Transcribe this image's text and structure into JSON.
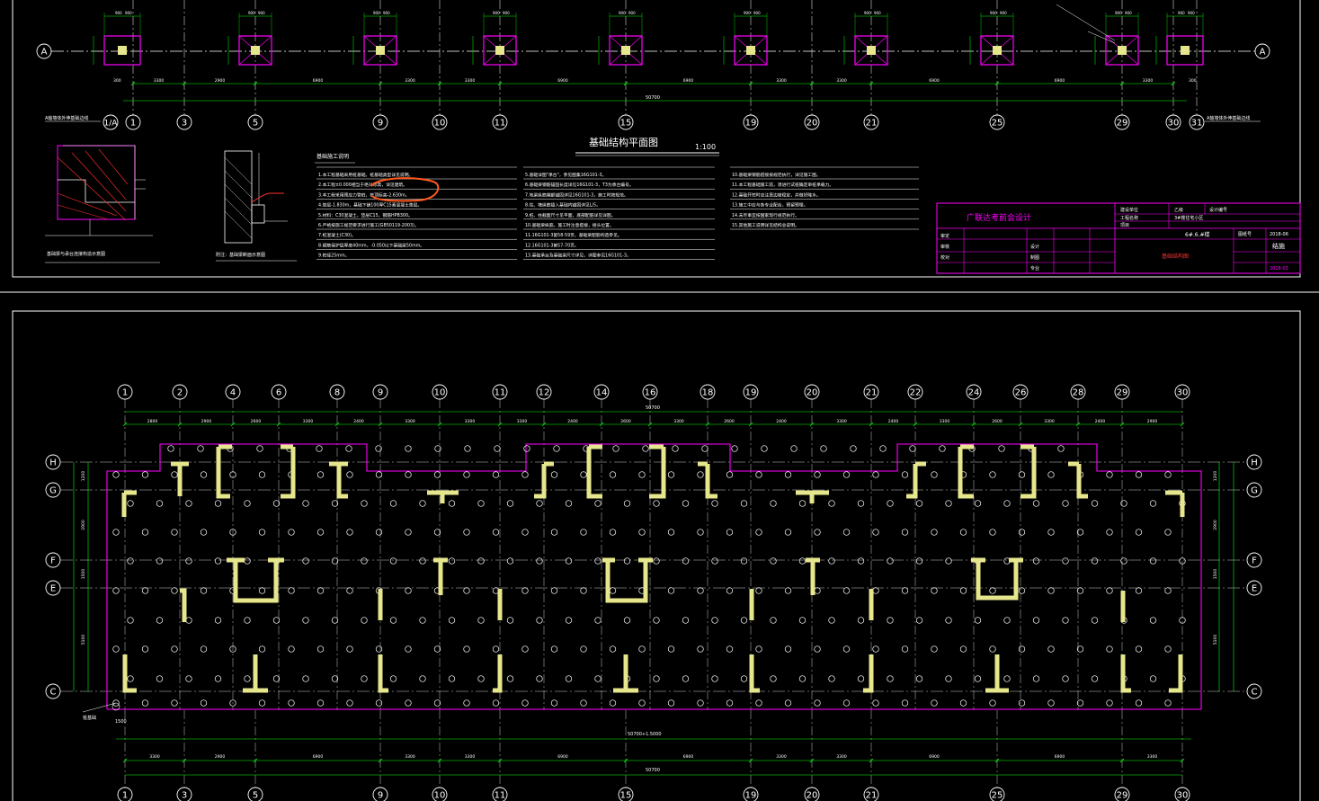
{
  "top_sheet": {
    "title": "基础结构平面图",
    "scale": "1:100",
    "notes_title": "基础施工说明",
    "notes_col1": [
      "1.本工程基础采用桩基础，桩基础类型详见说明。",
      "2.本工程±0.000相当于绝对标高，详见建筑。",
      "3.本工程采用预应力管桩，桩顶标高-2.630m。",
      "4.垫层-1.830m，基础下铺100厚C15素混凝土垫层。",
      "5.材料：C30混凝土，垫层C15，钢筋HPB300。",
      "6.严格按施工规范要求进行施工(GB50119-2003)。",
      "7.桩混凝土(C30)。",
      "8.钢筋保护层厚度40mm，-0.050以下基础梁50mm。",
      "9.桩径25mm。"
    ],
    "notes_col2": [
      "5.基础详图\"承台\"，参见图集16G101-3。",
      "6.基础梁钢筋锚固长度详见16G101-3，T3为承台编号。",
      "7.地梁纵筋端部锚固详见16G101-3，施工时按规范。",
      "8.柱、墙纵筋插入基础内锚固详见L/5。",
      "9.桩、柱截面尺寸见平面，底部配筋详见详图。",
      "10.基础梁纵筋，施工时注意搭接，接头位置。",
      "11.16G101-3第58-59页，基础梁配筋构造参见。",
      "12.16G101-3第57-70页。",
      "13.基础承台及基础梁尺寸详见，详图参见16G101-3。"
    ],
    "notes_col3": [
      "10.基础梁钢筋搭接按规范执行，详见施工图。",
      "11.本工程基础施工前，须进行试桩确定单桩承载力。",
      "12.基础开挖时应注意边坡稳定，并做好降水。",
      "13.施工中应与各专业配合，预留预埋。",
      "14.未尽事宜按国家现行规范执行。",
      "15.其他施工说明详见结构总说明。"
    ],
    "detail1_caption": "基础梁与承台连接构造示意图",
    "detail2_caption": "附注：基础梁断面示意图",
    "left_note": "A轴墙体外伸基础边线",
    "right_note": "A轴墙体外伸基础边线",
    "axis_A": "A",
    "axes": [
      "1",
      "3",
      "5",
      "9",
      "10",
      "11",
      "15",
      "19",
      "20",
      "21",
      "25",
      "29",
      "30",
      "31"
    ],
    "dims": [
      "3300",
      "2900",
      "6900",
      "3300",
      "3300",
      "6900",
      "6900",
      "3300",
      "3300",
      "6900",
      "6900",
      "3300"
    ],
    "total_dim": "50700",
    "edge_dim": "300"
  },
  "title_block": {
    "company": "广联达考前会设计",
    "row1_label": "建设单位",
    "row1_value": "乙级",
    "row1_label2": "设计编号",
    "row2_label": "工程名称",
    "row2_value": "3#楼住宅小区",
    "row3_label": "项目",
    "row3_value": "6#.6.#楼",
    "drawing_name": "基础结构图",
    "sheet_no_label": "图纸号",
    "sheet_no": "2018-06",
    "discipline": "结施",
    "date": "2018.03",
    "roles": [
      "审定",
      "审核",
      "校对"
    ],
    "roles2": [
      "设计",
      "制图",
      "专业"
    ]
  },
  "bottom_plan": {
    "top_axes": [
      "1",
      "2",
      "4",
      "6",
      "8",
      "9",
      "10",
      "11",
      "12",
      "14",
      "16",
      "18",
      "19",
      "20",
      "21",
      "22",
      "24",
      "26",
      "28",
      "29",
      "30"
    ],
    "bottom_axes": [
      "1",
      "3",
      "5",
      "9",
      "10",
      "11",
      "15",
      "19",
      "20",
      "21",
      "25",
      "29",
      "30"
    ],
    "row_axes": [
      "H",
      "G",
      "F",
      "E",
      "C"
    ],
    "top_dims": [
      "2800",
      "2900",
      "2600",
      "3300",
      "2400",
      "3300",
      "3300",
      "3300",
      "2400",
      "2600",
      "3300",
      "2600",
      "2400",
      "3300",
      "2400",
      "3300",
      "2600",
      "3300",
      "2400",
      "2900"
    ],
    "top_total": "50700",
    "bottom_dims": [
      "3300",
      "2900",
      "6900",
      "3300",
      "3300",
      "6900",
      "6900",
      "3300",
      "3300",
      "6900",
      "6900",
      "3300"
    ],
    "bottom_total": "50700",
    "overall_dim": "50700+1.5000",
    "left_dims": [
      "1200",
      "2900",
      "1500",
      "5100"
    ],
    "right_dims": [
      "1200",
      "2900",
      "1500",
      "5100"
    ],
    "corner_label": "1500",
    "corner_note": "桩基础"
  },
  "colors": {
    "background": "#000000",
    "frame": "#ffffff",
    "axis": "#ffffff",
    "dimension": "#00ff00",
    "outline": "#ff00ff",
    "wall": "#e6e68c",
    "annotation": "#ff5a1e"
  }
}
